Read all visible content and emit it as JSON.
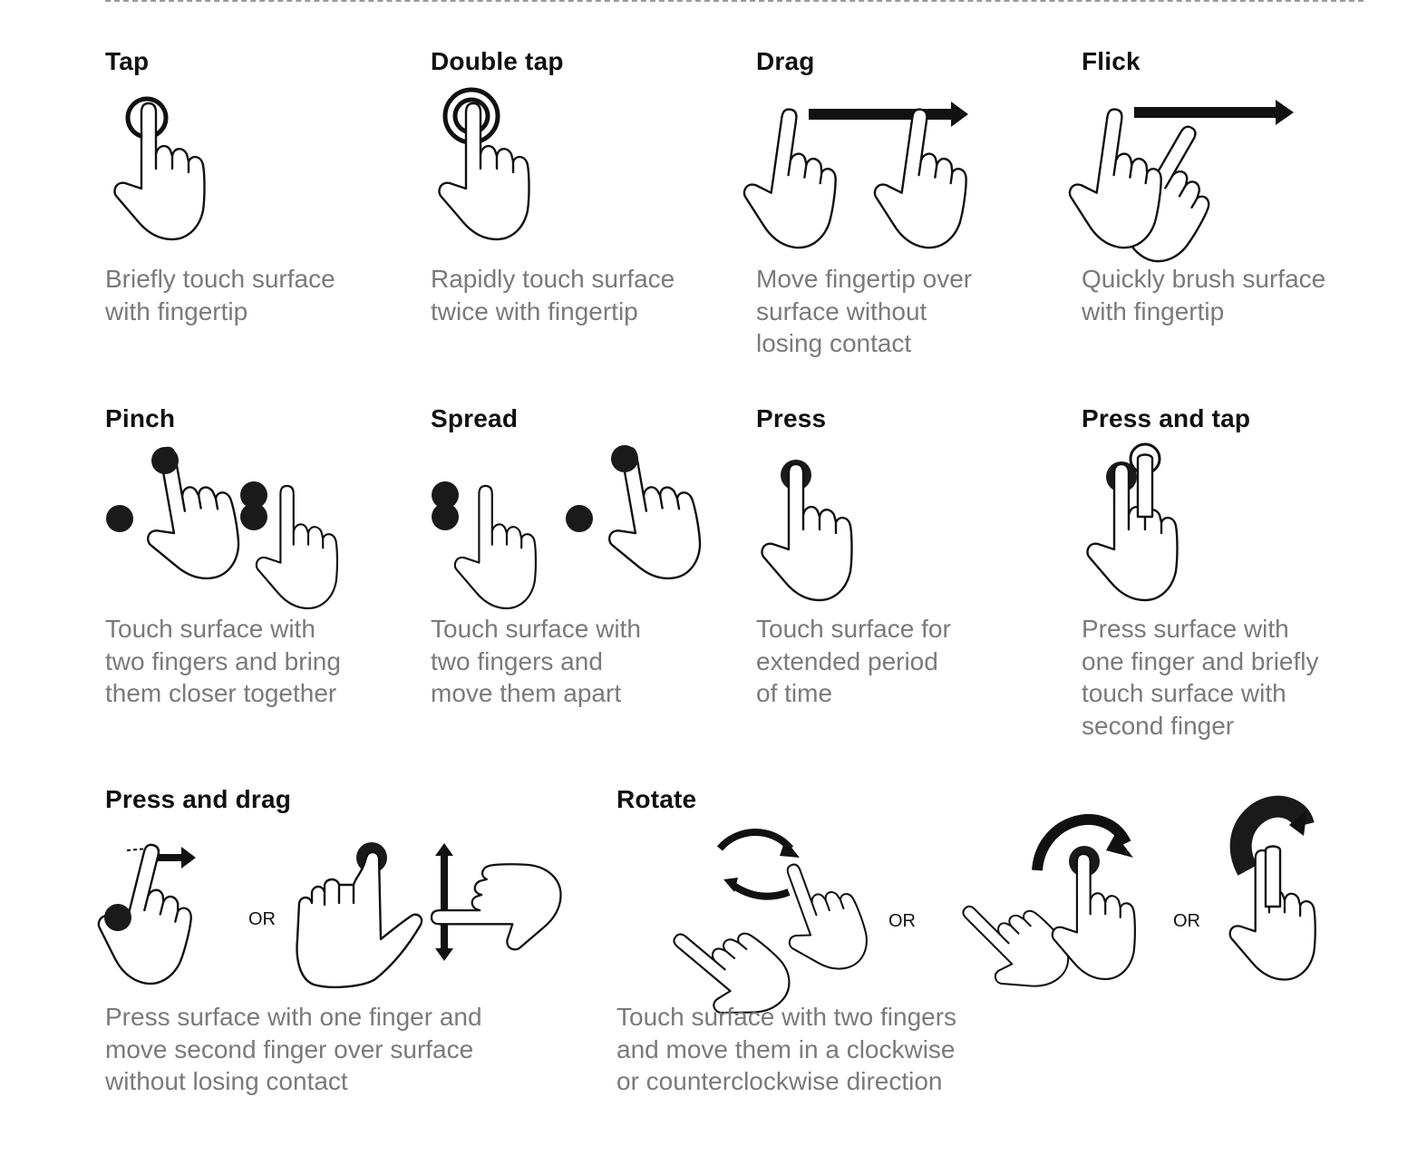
{
  "gestures": [
    {
      "title": "Tap",
      "description": "Briefly touch surface\nwith fingertip",
      "icon": "tap-icon"
    },
    {
      "title": "Double tap",
      "description": "Rapidly touch surface\ntwice with fingertip",
      "icon": "double-tap-icon"
    },
    {
      "title": "Drag",
      "description": "Move fingertip over\nsurface without\nlosing contact",
      "icon": "drag-icon"
    },
    {
      "title": "Flick",
      "description": "Quickly brush surface\nwith fingertip",
      "icon": "flick-icon"
    },
    {
      "title": "Pinch",
      "description": "Touch surface with\ntwo fingers and bring\nthem closer together",
      "icon": "pinch-icon"
    },
    {
      "title": "Spread",
      "description": "Touch surface with\ntwo fingers and\nmove them apart",
      "icon": "spread-icon"
    },
    {
      "title": "Press",
      "description": "Touch surface for\nextended period\nof time",
      "icon": "press-icon"
    },
    {
      "title": "Press and tap",
      "description": "Press surface with\none finger and briefly\ntouch surface with\nsecond finger",
      "icon": "press-and-tap-icon"
    },
    {
      "title": "Press and drag",
      "description": "Press surface with one finger and\nmove second finger over surface\nwithout losing contact",
      "icon": "press-and-drag-icon"
    },
    {
      "title": "Rotate",
      "description": "Touch surface with two fingers\nand move them in a clockwise\nor counterclockwise direction",
      "icon": "rotate-icon"
    }
  ],
  "or_label": "OR"
}
